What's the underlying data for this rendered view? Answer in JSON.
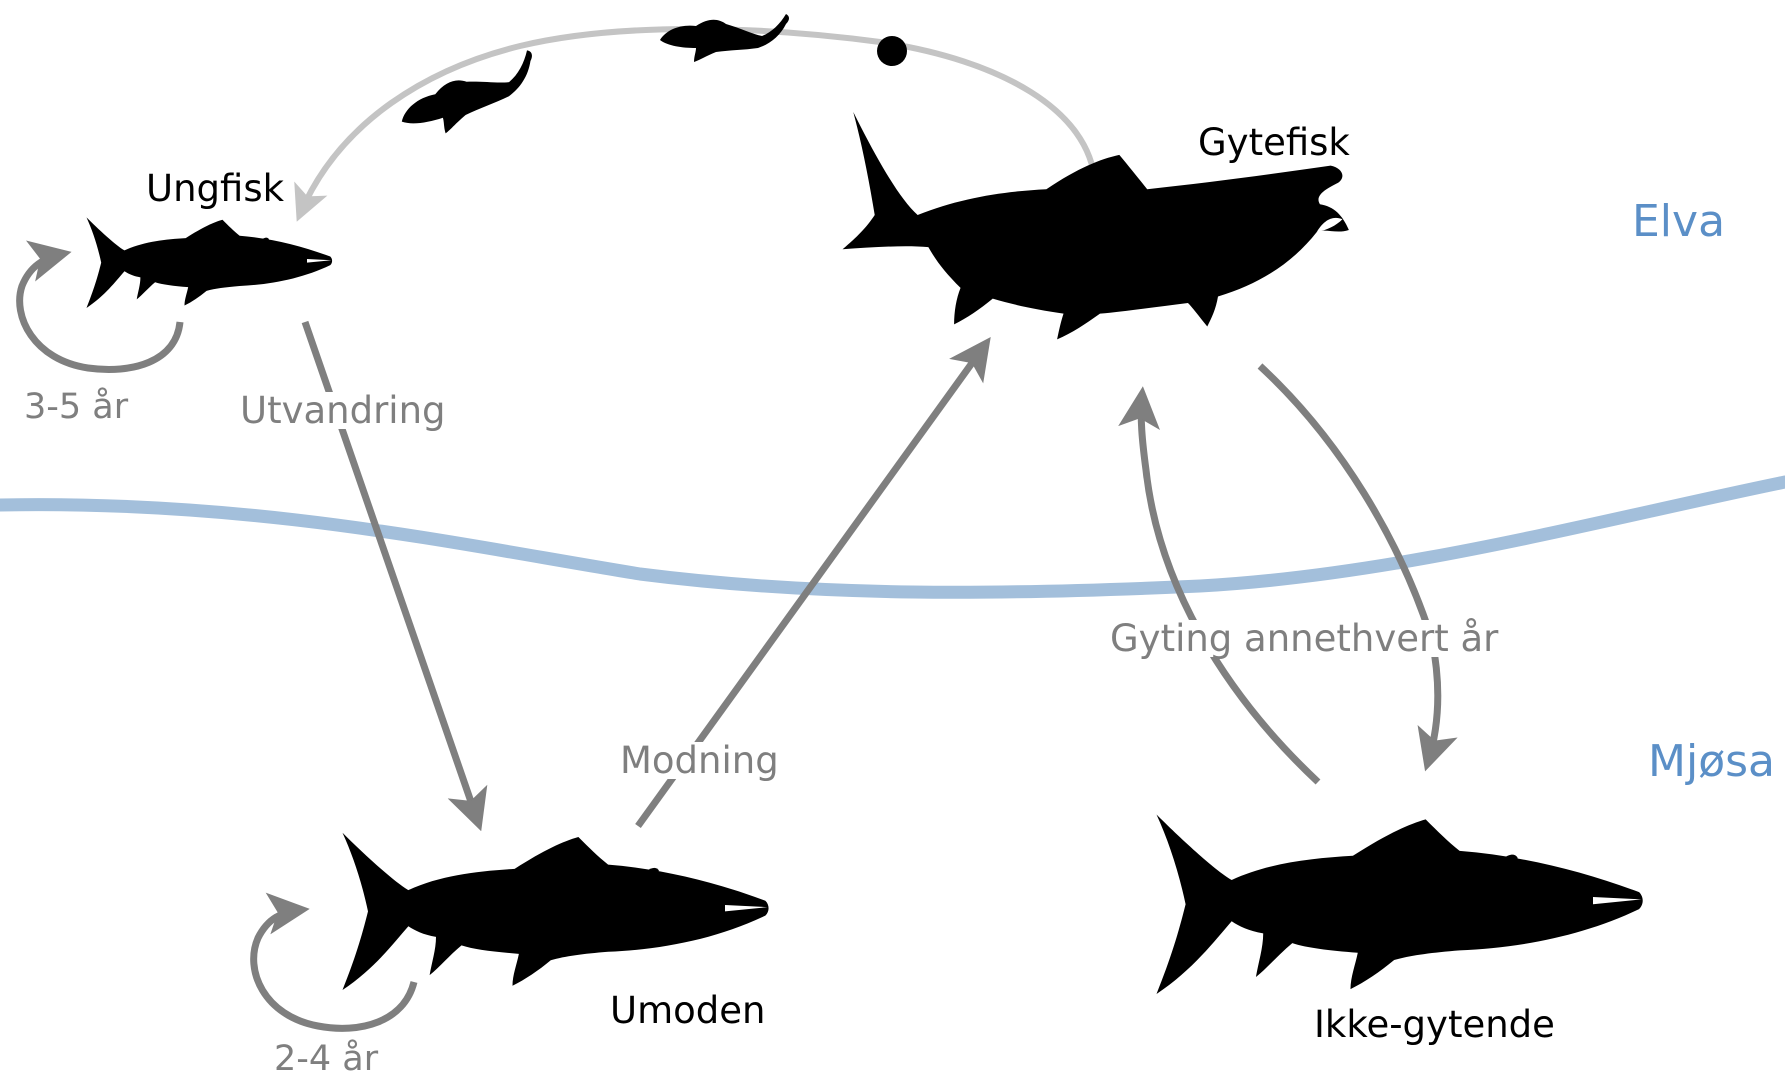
{
  "zones": {
    "river": "Elva",
    "lake": "Mjøsa"
  },
  "stages": {
    "juvenile": "Ungfisk",
    "spawner": "Gytefisk",
    "immature": "Umoden",
    "non_spawning": "Ikke-gytende"
  },
  "transitions": {
    "migration": "Utvandring",
    "maturation": "Modning",
    "alternate_spawning": "Gyting annethvert år"
  },
  "loops": {
    "juvenile_years": "3-5 år",
    "immature_years": "2-4 år"
  },
  "colors": {
    "fish": "#000000",
    "arrow": "#7f7f7f",
    "egg_arc": "#c4c4c4",
    "water_line": "#a3bfdb",
    "zone_text": "#5b8fc7"
  }
}
